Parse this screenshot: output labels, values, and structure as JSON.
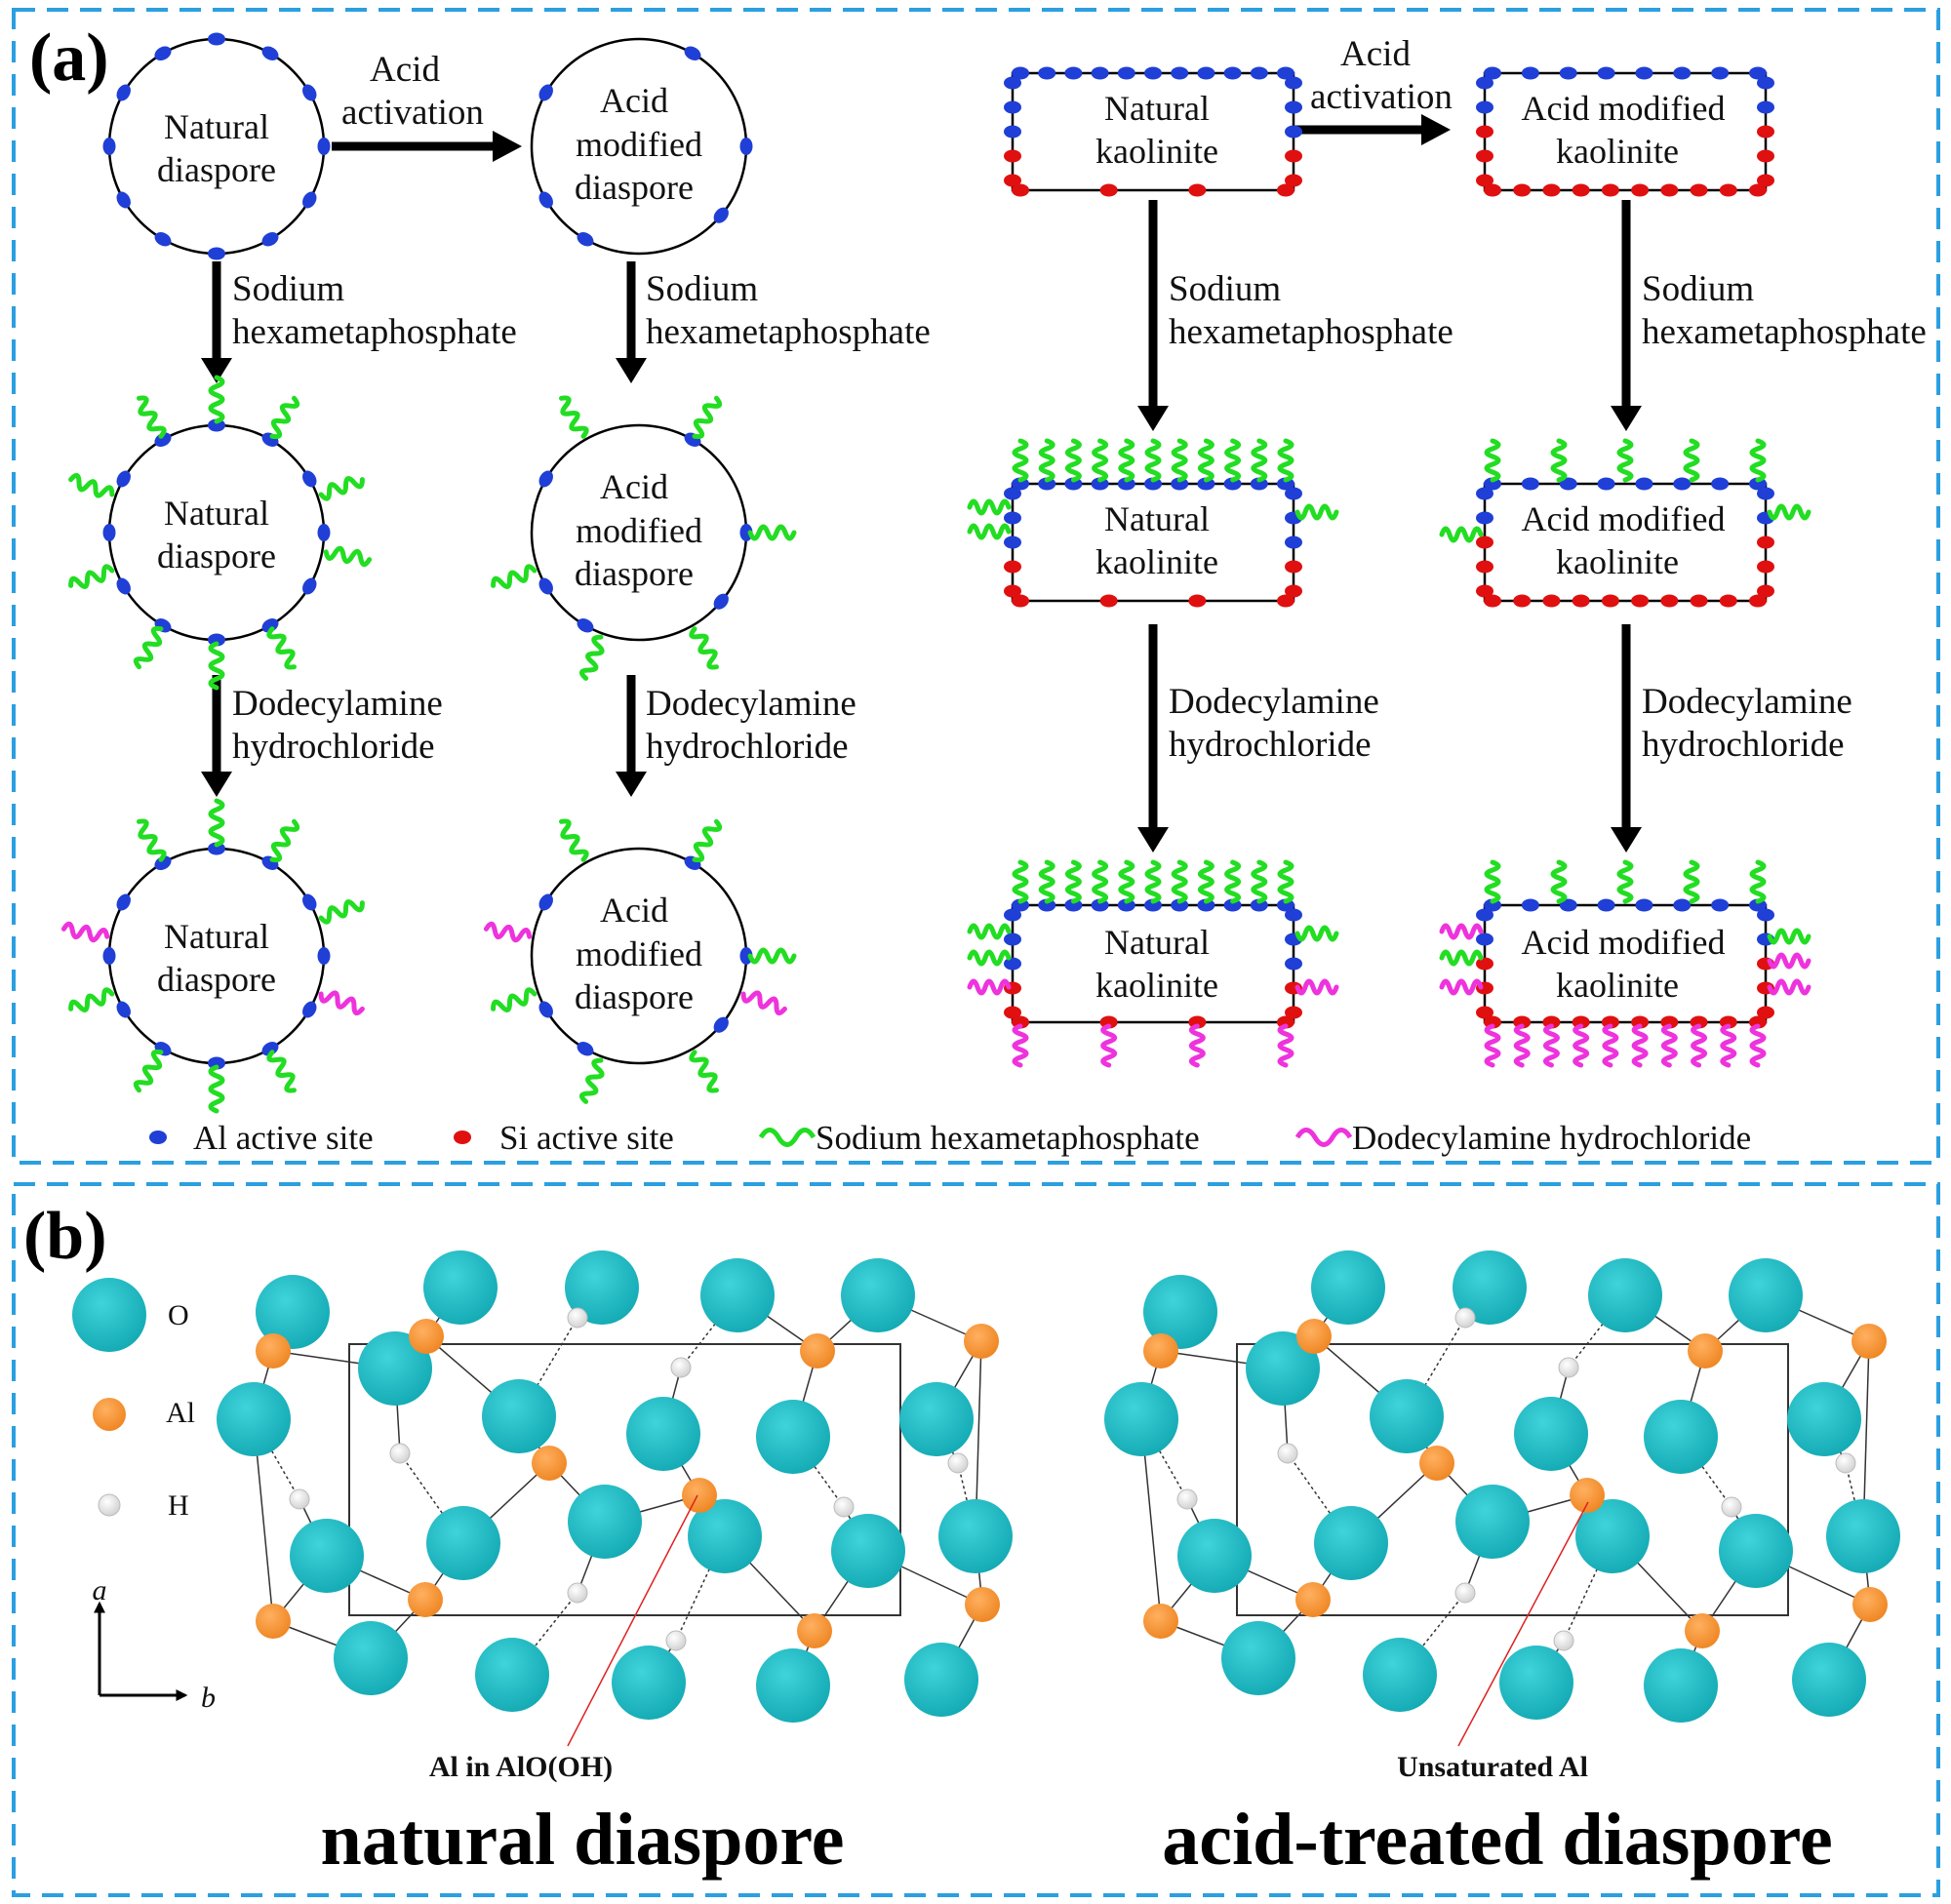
{
  "panel_a": {
    "label": "(a)",
    "acid_activation_1": "Acid",
    "acid_activation_2": "activation",
    "sodium_1": "Sodium",
    "sodium_2": "hexametaphosphate",
    "dodecyl_1": "Dodecylamine",
    "dodecyl_2": "hydrochloride",
    "natural_diaspore_1": "Natural",
    "natural_diaspore_2": "diaspore",
    "acid_diaspore_1": "Acid",
    "acid_diaspore_2": "modified",
    "acid_diaspore_3": "diaspore",
    "natural_kaolinite_1": "Natural",
    "natural_kaolinite_2": "kaolinite",
    "acid_kaolinite_1": "Acid modified",
    "acid_kaolinite_2": "kaolinite"
  },
  "legend": {
    "al_site": "Al active site",
    "si_site": "Si active site",
    "shmp": "Sodium hexametaphosphate",
    "dah": "Dodecylamine hydrochloride"
  },
  "panel_b": {
    "label": "(b)",
    "atom_o": "O",
    "atom_al": "Al",
    "atom_h": "H",
    "axis_a": "a",
    "axis_b": "b",
    "annot_left": "Al in AlO(OH)",
    "annot_right": "Unsaturated Al",
    "title_left": "natural diaspore",
    "title_right": "acid-treated diaspore"
  },
  "colors": {
    "al": "#1f3fd6",
    "si": "#e01010",
    "shmp": "#22dd22",
    "dah": "#ee33dd",
    "oxygen": "#17b8c2",
    "aluminum": "#f39530",
    "hydrogen": "#e6e6e6",
    "frame": "#2b9fe0"
  }
}
